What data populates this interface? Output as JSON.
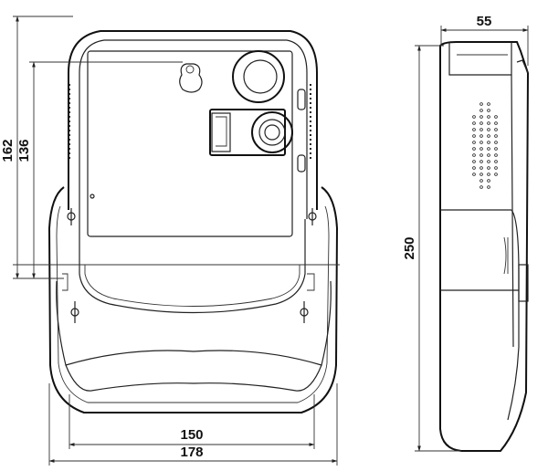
{
  "dimensions": {
    "front_height_outer": "162",
    "front_height_inner": "136",
    "front_width_inner": "150",
    "front_width_outer": "178",
    "side_depth": "55",
    "side_height": "250"
  }
}
